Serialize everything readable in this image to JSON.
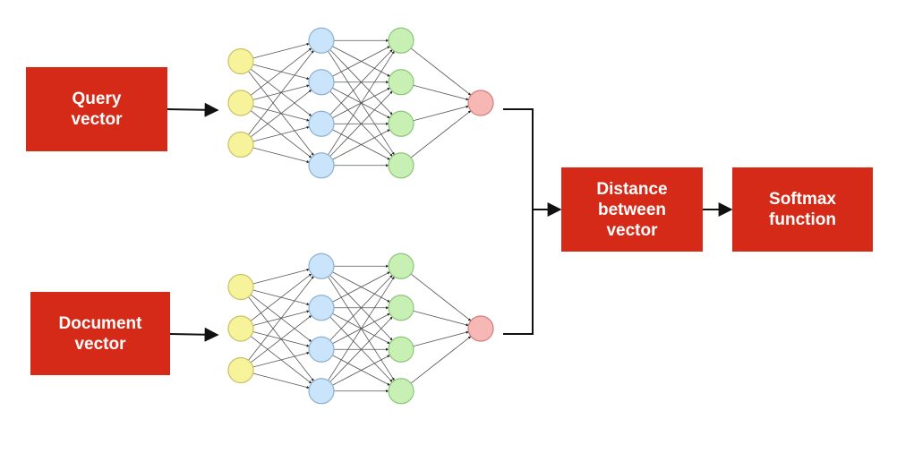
{
  "boxes": {
    "query": "Query\nvector",
    "document": "Document\nvector",
    "distance": "Distance\nbetween\nvector",
    "softmax": "Softmax\nfunction"
  },
  "network": {
    "layers": [
      3,
      4,
      4,
      1
    ],
    "layer_colors": [
      "#f7f39b",
      "#c9e4fb",
      "#c8f0b5",
      "#f7b7b4"
    ],
    "stroke_colors": [
      "#c9c16b",
      "#8fb1cf",
      "#8cc57b",
      "#d07f7b"
    ]
  },
  "colors": {
    "box": "#d42a17",
    "box_text": "#ffffff",
    "connection": "#555555",
    "arrow": "#111111"
  }
}
